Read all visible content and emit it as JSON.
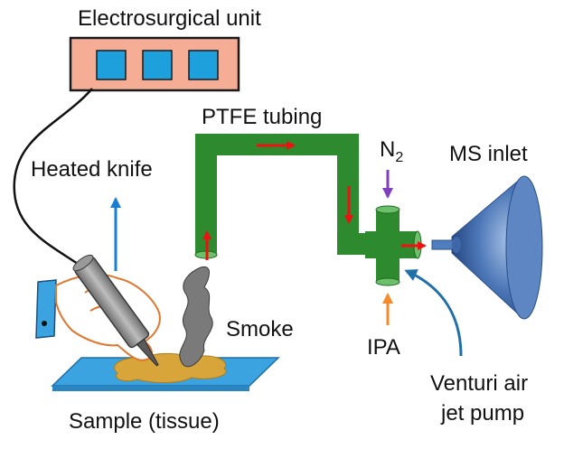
{
  "labels": {
    "electrosurgical_unit": "Electrosurgical unit",
    "ptfe_tubing": "PTFE tubing",
    "heated_knife": "Heated knife",
    "n2_main": "N",
    "n2_sub": "2",
    "ms_inlet": "MS inlet",
    "smoke": "Smoke",
    "ipa": "IPA",
    "sample": "Sample (tissue)",
    "venturi_line1": "Venturi air",
    "venturi_line2": "jet pump"
  },
  "colors": {
    "unit_box": "#f6ad95",
    "unit_button": "#1ea0dd",
    "tubing": "#2e8a2e",
    "flow_arrow": "#ee1111",
    "knife_arrow": "#1a7fd0",
    "n2_arrow": "#7f3fbf",
    "ipa_arrow": "#f58a2a",
    "venturi_arrow": "#1f6fa8",
    "ms_cone": "#3a68a8",
    "knife_body": "#8c8c8c",
    "tissue": "#d7a53a",
    "slide": "#3aa3e0",
    "hand_outline": "#e2762d",
    "smoke": "#7a7a7a"
  }
}
